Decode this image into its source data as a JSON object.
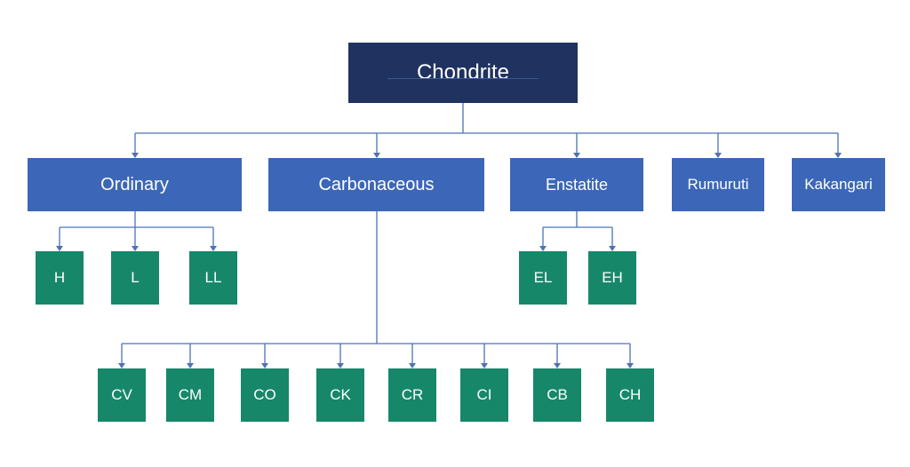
{
  "root": {
    "label": "Chondrite"
  },
  "categories": [
    {
      "label": "Ordinary"
    },
    {
      "label": "Carbonaceous"
    },
    {
      "label": "Enstatite"
    },
    {
      "label": "Rumuruti"
    },
    {
      "label": "Kakangari"
    }
  ],
  "ordinary_groups": [
    {
      "label": "H"
    },
    {
      "label": "L"
    },
    {
      "label": "LL"
    }
  ],
  "enstatite_groups": [
    {
      "label": "EL"
    },
    {
      "label": "EH"
    }
  ],
  "carbonaceous_groups": [
    {
      "label": "CV"
    },
    {
      "label": "CM"
    },
    {
      "label": "CO"
    },
    {
      "label": "CK"
    },
    {
      "label": "CR"
    },
    {
      "label": "CI"
    },
    {
      "label": "CB"
    },
    {
      "label": "CH"
    }
  ],
  "colors": {
    "root": "#1f3260",
    "category": "#3c67b8",
    "group": "#17876a",
    "connector": "#4c74b5"
  }
}
